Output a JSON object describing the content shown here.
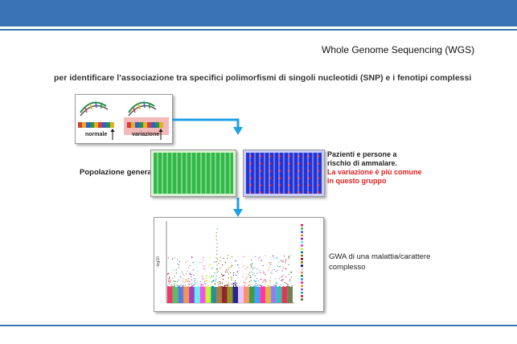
{
  "header": {
    "title": "Whole Genome Sequencing (WGS)",
    "subtitle": "per identificare l’associazione tra specifici polimorfismi di singoli nucleotidi (SNP) e i fenotipi complessi"
  },
  "snp_panel": {
    "normal_label": "normale",
    "variant_label": "variazione"
  },
  "population": {
    "label": "Popolazione generale",
    "desc_line1": "Pazienti e persone a",
    "desc_line2": "rischio di ammalare.",
    "highlight_line1": "La variazione è più comune",
    "highlight_line2": "in questo gruppo"
  },
  "gwa": {
    "line1": "GWA di una malattia/carattere",
    "line2": "complesso"
  },
  "colors": {
    "bar": "#3b74b5",
    "arrow": "#1ea0e6",
    "normal_pop": "#1fb33a",
    "risk_pop": "#2433d6",
    "highlight": "#e02020"
  }
}
